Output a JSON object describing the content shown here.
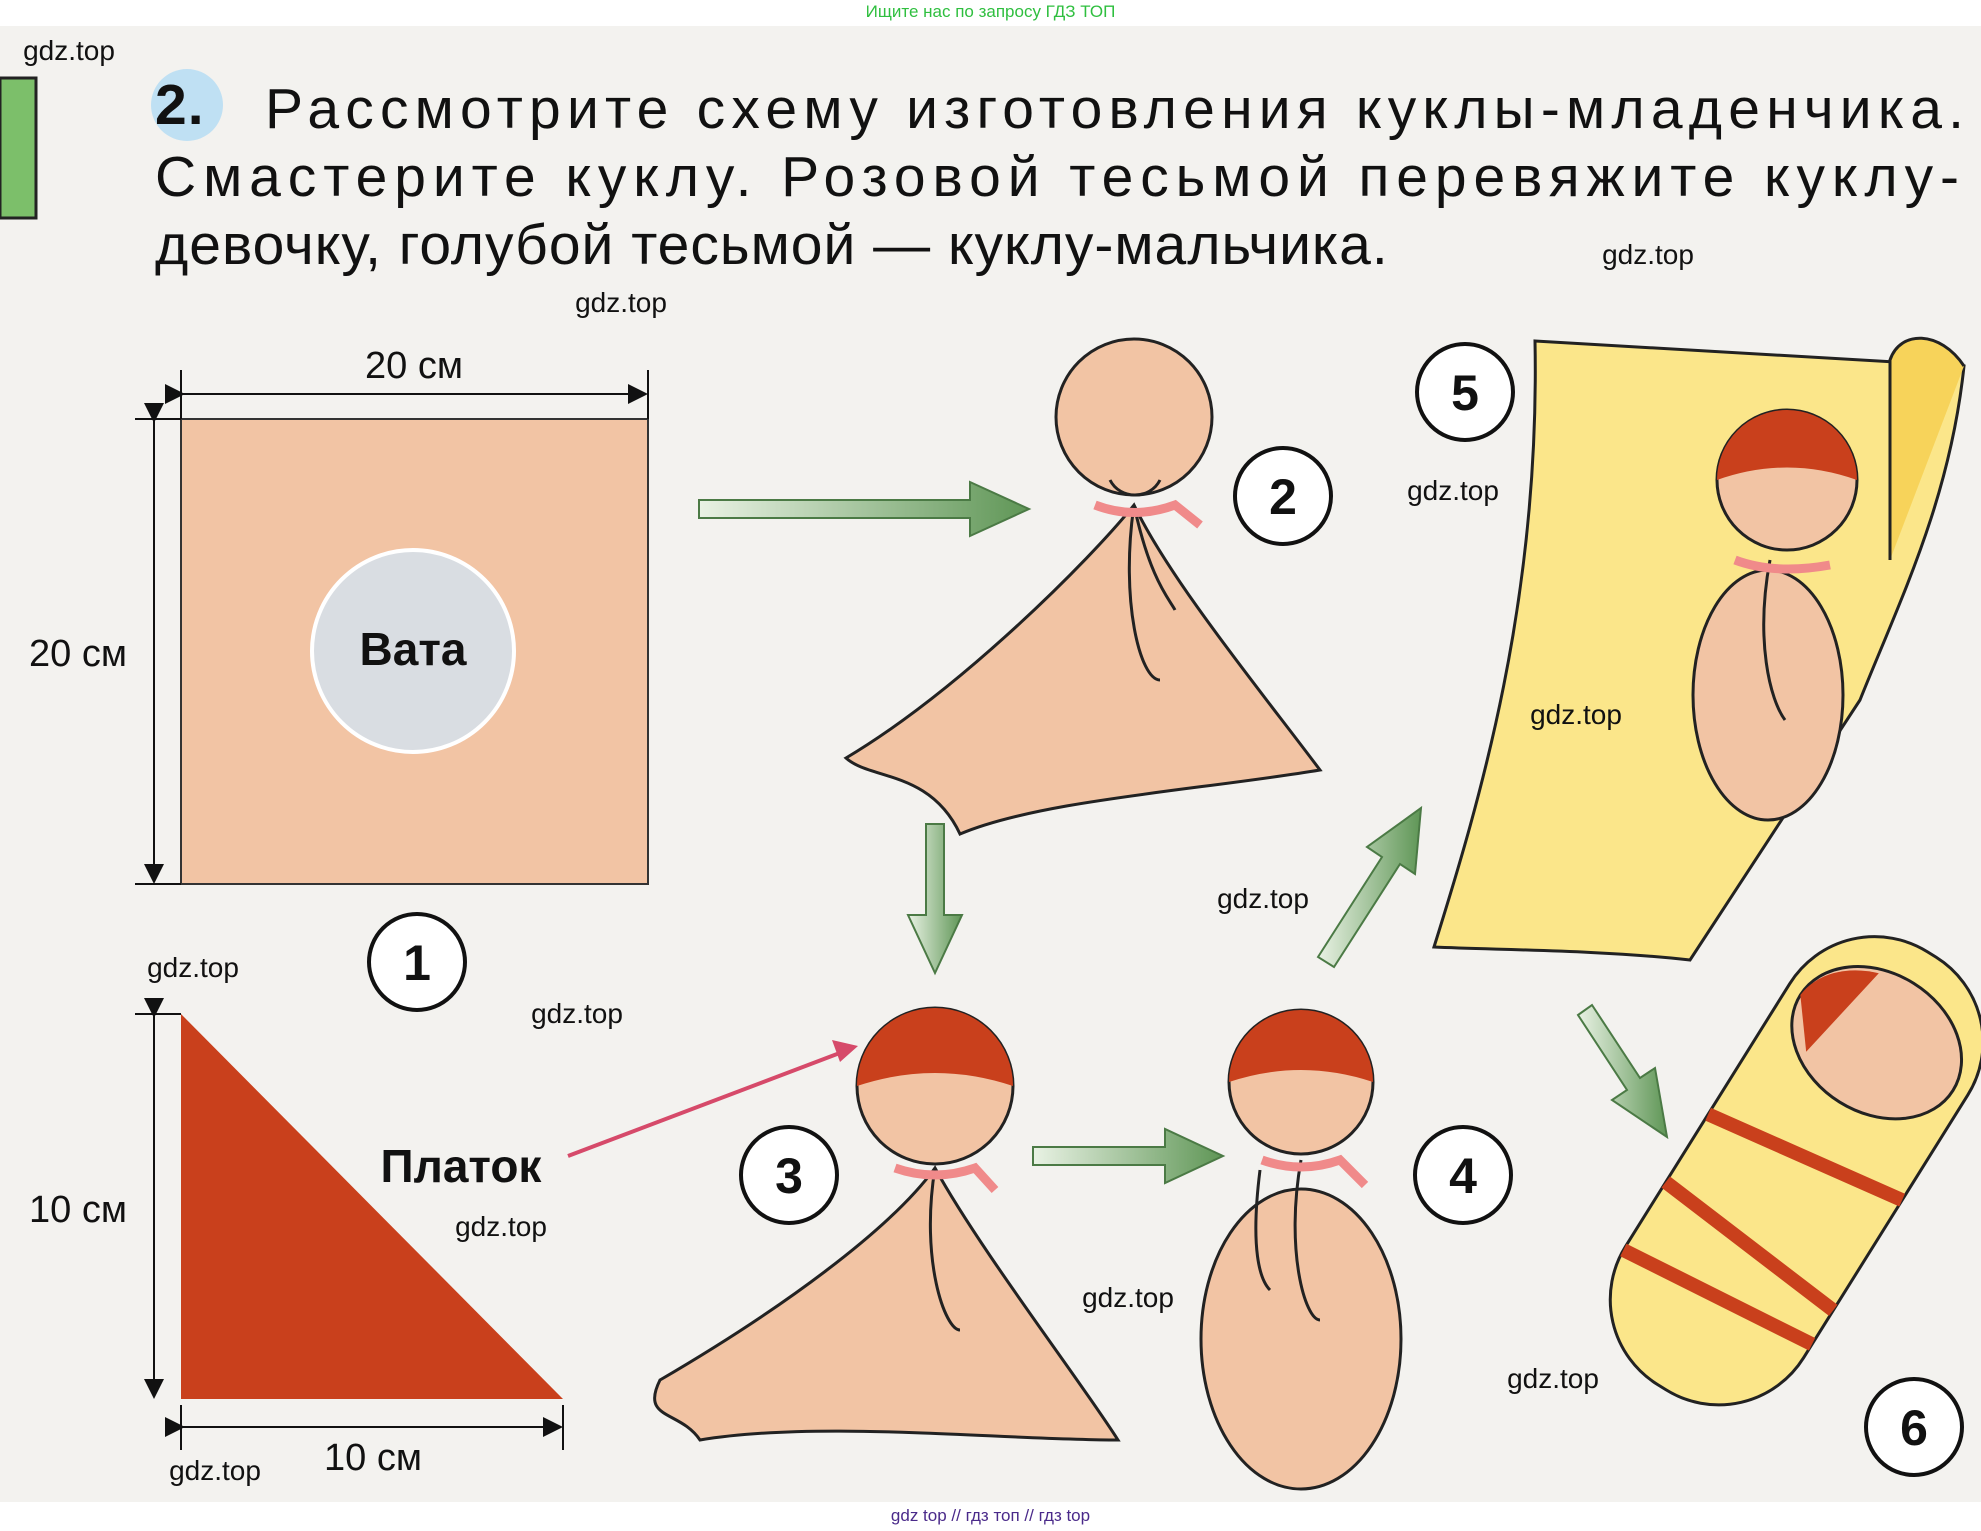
{
  "banner": "Ищите нас по запросу ГДЗ ТОП",
  "footer": "gdz top  //  гдз топ  //  гдз top",
  "task": {
    "number": "2.",
    "lines": [
      "Рассмотрите  схему  изготовления  куклы-младенчика.",
      "Смастерите  куклу.  Розовой  тесьмой  перевяжите  куклу-",
      "девочку,  голубой  тесьмой — куклу-мальчика."
    ]
  },
  "labels": {
    "square_width": "20 см",
    "square_height": "20 см",
    "cotton": "Вата",
    "kerchief": "Платок",
    "triangle_height": "10 см",
    "triangle_width": "10 см"
  },
  "steps": [
    "1",
    "2",
    "3",
    "4",
    "5",
    "6"
  ],
  "watermark": "gdz.top",
  "colors": {
    "fabric": "#f2c4a4",
    "kerchief": "#c9401c",
    "arrow": "#6fa064",
    "ribbon": "#f08a8a",
    "sheet": "#fbe68a"
  }
}
